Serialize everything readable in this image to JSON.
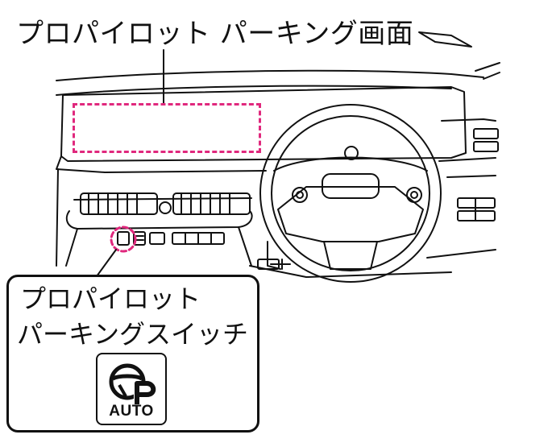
{
  "title": "プロパイロット パーキング画面",
  "callout": {
    "line1": "プロパイロット",
    "line2": "パーキングスイッチ",
    "switch_label": "AUTO"
  },
  "highlight_color": "#e0287d",
  "icons": [
    "steering-wheel-p-icon"
  ]
}
